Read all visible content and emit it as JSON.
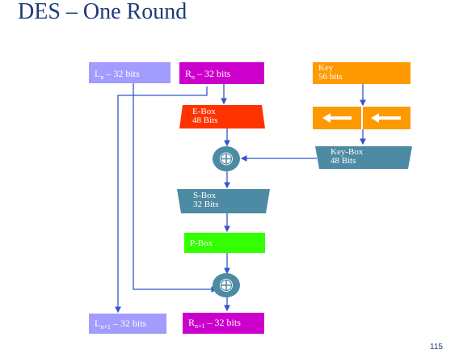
{
  "slide": {
    "title": "DES – One Round",
    "page_number": "115"
  },
  "nodes": {
    "ln": {
      "main": "L",
      "sub": "n",
      "rest": " – 32 bits"
    },
    "rn": {
      "main": "R",
      "sub": "n",
      "rest": " – 32 bits"
    },
    "key": {
      "line1": "Key",
      "line2": "56 bits"
    },
    "ebox": {
      "line1": "E-Box",
      "line2": "48 Bits"
    },
    "keybox": {
      "line1": "Key-Box",
      "line2": "48 Bits"
    },
    "sbox": {
      "line1": "S-Box",
      "line2": "32 Bits"
    },
    "pbox": {
      "label": "P-Box"
    },
    "ln1": {
      "main": "L",
      "sub": "n+1",
      "rest": " – 32 bits"
    },
    "rn1": {
      "main": "R",
      "sub": "n+1",
      "rest": " – 32 bits"
    }
  },
  "colors": {
    "title": "#1f3a78",
    "l_box": "#a29cff",
    "r_box": "#cc00cc",
    "key": "#ff9900",
    "ebox": "#ff3300",
    "keybox_sbox": "#4d8aa3",
    "pbox": "#33ff00",
    "wire": "#3355cc",
    "xor": "#4d8aa3"
  },
  "icons": {
    "shift": "left-arrow-icon",
    "xor": "xor-circle-plus-icon"
  }
}
